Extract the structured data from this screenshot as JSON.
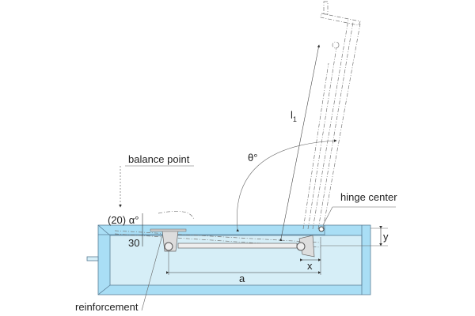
{
  "labels": {
    "balance_point": "balance point",
    "alpha": "(20) α°",
    "thirty": "30",
    "reinforcement": "reinforcement",
    "a": "a",
    "x": "x",
    "y": "y",
    "hinge_center": "hinge center",
    "theta": "θ°",
    "l1_main": "l",
    "l1_sub": "1"
  },
  "colors": {
    "frame_fill": "#a9def5",
    "inner_fill": "#d6eef7",
    "line": "#5a7e96"
  }
}
